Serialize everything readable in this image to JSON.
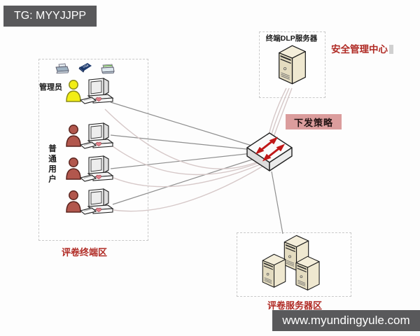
{
  "watermark_top": {
    "text": "TG: MYYJJPP"
  },
  "watermark_bottom": {
    "text": "www.myundingyule.com"
  },
  "zones": {
    "terminal": {
      "label": "评卷终端区",
      "admin_label": "管理员",
      "users_label": "普通用户",
      "admin_count": 1,
      "user_count": 3,
      "peripheral_icons": [
        "printer-icon",
        "usb-drive-icon",
        "scanner-icon"
      ]
    },
    "dlp": {
      "server_label": "终端DLP服务器",
      "center_label": "安全管理中心"
    },
    "policy": {
      "label": "下发策略"
    },
    "servers": {
      "label": "评卷服务器区",
      "server_count": 3
    }
  },
  "connections": [
    {
      "from": "admin-terminal",
      "to": "switch"
    },
    {
      "from": "user-terminal-1",
      "to": "switch"
    },
    {
      "from": "user-terminal-2",
      "to": "switch"
    },
    {
      "from": "user-terminal-3",
      "to": "switch"
    },
    {
      "from": "dlp-server",
      "to": "switch",
      "note": "下发策略"
    },
    {
      "from": "switch",
      "to": "server-zone"
    }
  ],
  "colors": {
    "banner_bg": "#59595b",
    "banner_text": "#ffffff",
    "red_text": "#b02a24",
    "policy_bg": "#db9d9d",
    "admin_person": "#f2ee15",
    "user_person": "#b2574d",
    "server_body": "#efe8d0",
    "switch_arrow": "#c01818",
    "line_gray": "#8f8f8f",
    "line_pale": "#d6c8c8"
  }
}
